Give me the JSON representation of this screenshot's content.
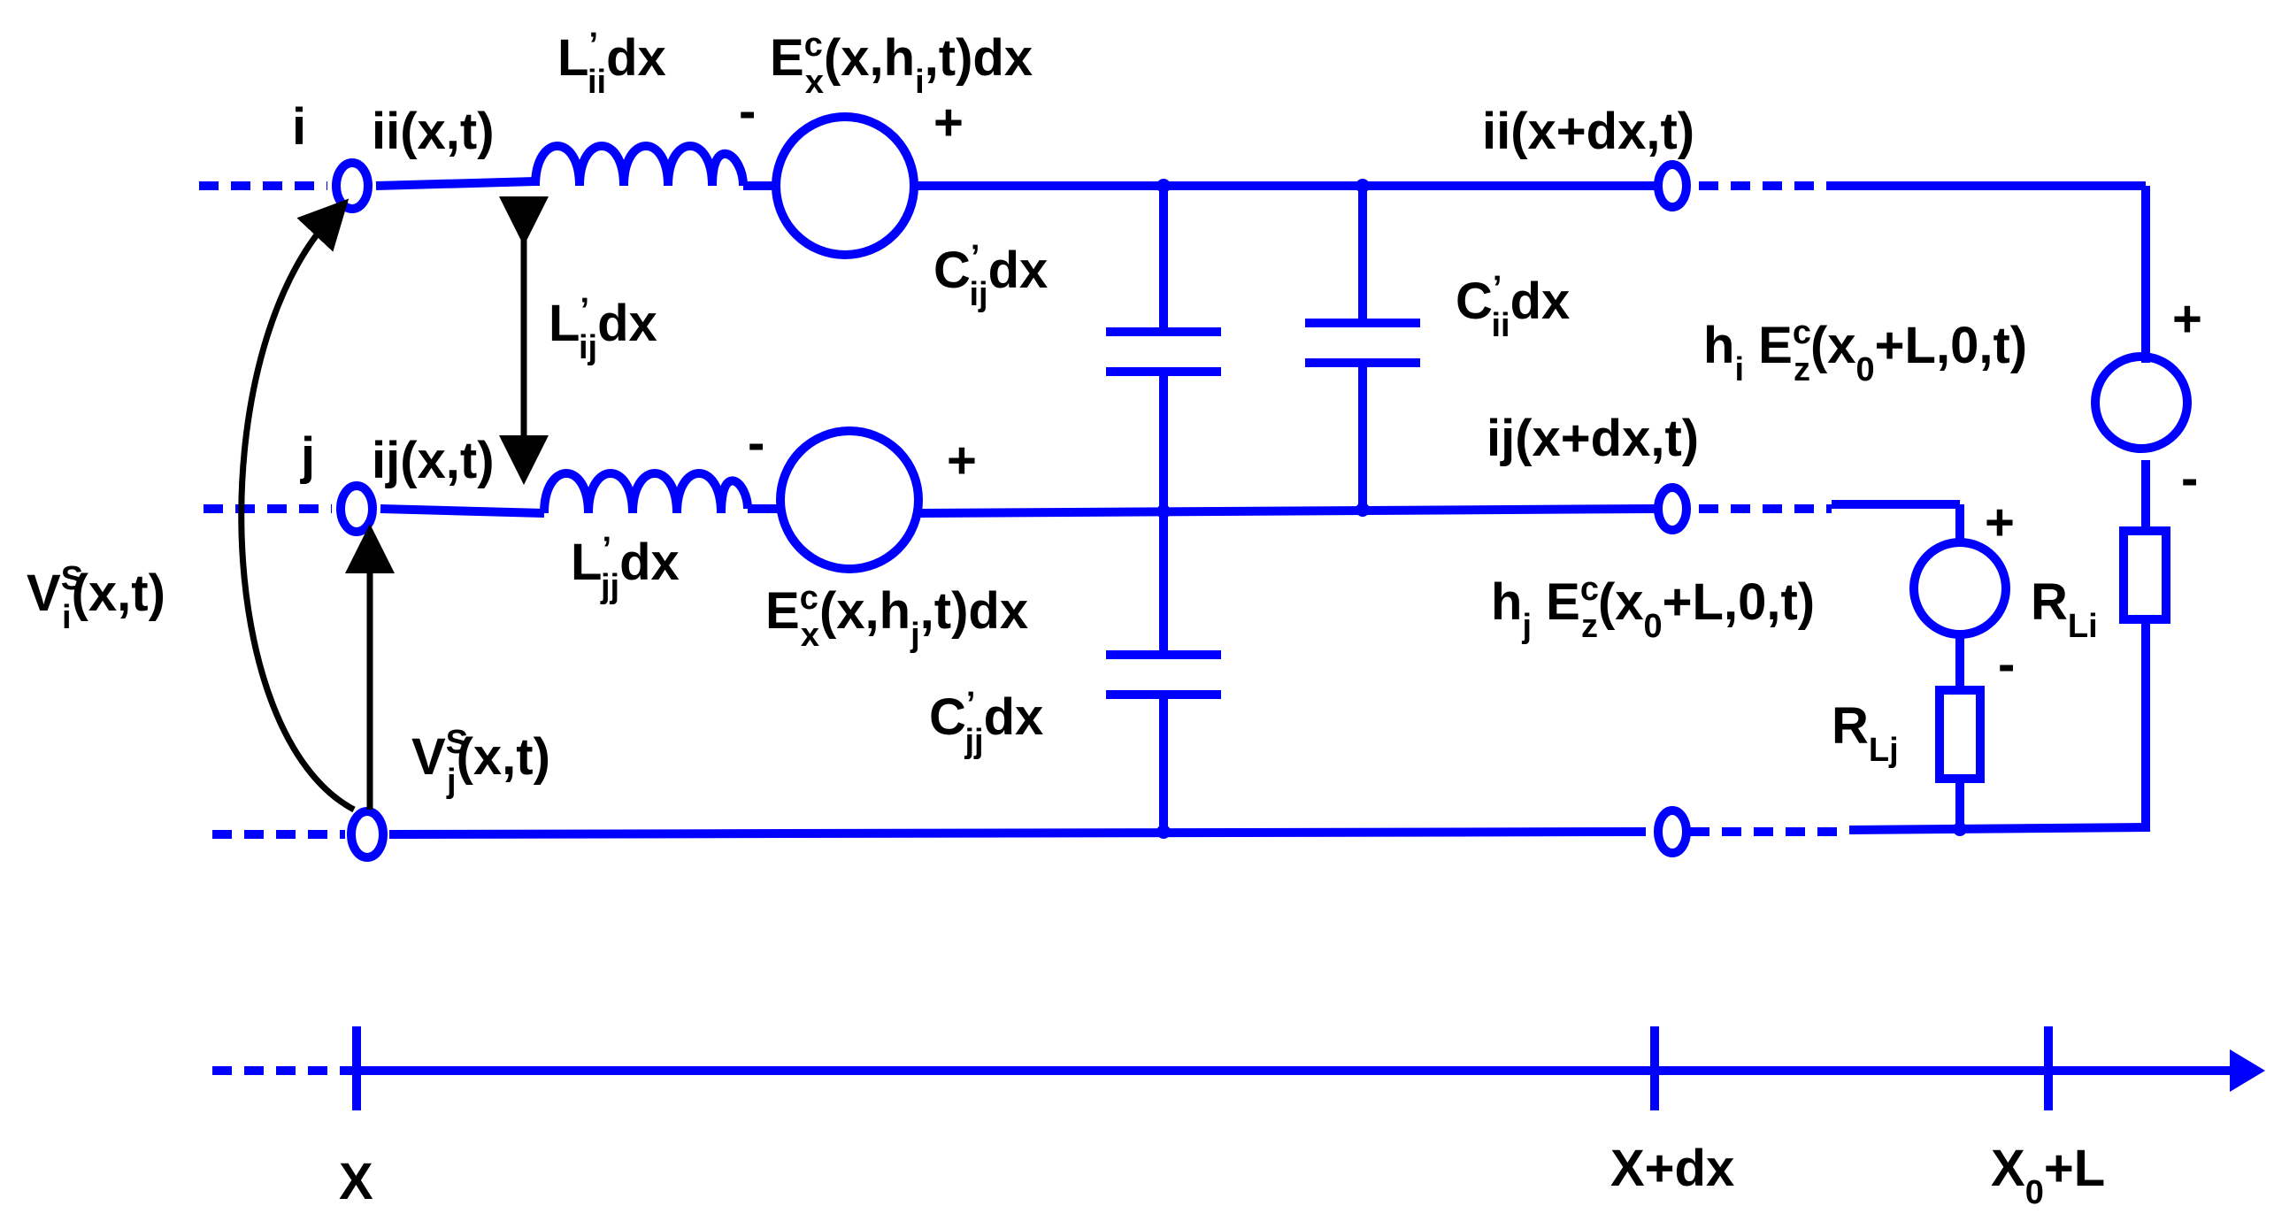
{
  "colors": {
    "circuit": "#0000ff",
    "annotation": "#000000",
    "background": "#ffffff"
  },
  "nodes": {
    "i": "i",
    "j": "j"
  },
  "currents": {
    "ii_x": "ii(x,t)",
    "ij_x": "ij(x,t)",
    "ii_xdx": "ii(x+dx,t)",
    "ij_xdx": "ij(x+dx,t)"
  },
  "inductors": {
    "lii": {
      "main": "L",
      "prime": "’",
      "sub": "ii",
      "tail": "dx"
    },
    "lij": {
      "main": "L",
      "prime": "’",
      "sub": "ij",
      "tail": "dx"
    },
    "ljj": {
      "main": "L",
      "prime": "’",
      "sub": "jj",
      "tail": "dx"
    }
  },
  "capacitors": {
    "cij": {
      "main": "C",
      "prime": "’",
      "sub": "ij",
      "tail": "dx"
    },
    "cii": {
      "main": "C",
      "prime": "’",
      "sub": "ii",
      "tail": "dx"
    },
    "cjj": {
      "main": "C",
      "prime": "’",
      "sub": "jj",
      "tail": "dx"
    }
  },
  "sources": {
    "ex_i": {
      "E": "E",
      "sup": "c",
      "sub": "x",
      "a": "(x,h",
      "hsub": "i",
      "b": ",t)dx"
    },
    "ex_j": {
      "E": "E",
      "sup": "c",
      "sub": "x",
      "a": "(x,h",
      "hsub": "j",
      "b": ",t)dx"
    },
    "ez_i": {
      "h": "h",
      "hsub": "i",
      "E": " E",
      "sup": "c",
      "sub": "z",
      "a": "(x",
      "x0sub": "0",
      "b": "+L,0,t)"
    },
    "ez_j": {
      "h": "h",
      "hsub": "j",
      "E": " E",
      "sup": "c",
      "sub": "z",
      "a": "(x",
      "x0sub": "0",
      "b": "+L,0,t)"
    }
  },
  "voltages": {
    "vsi": {
      "V": "V",
      "sup": "S",
      "sub": "i",
      "tail": "(x,t)"
    },
    "vsj": {
      "V": "V",
      "sup": "S",
      "sub": "j",
      "tail": "(x,t)"
    }
  },
  "resistors": {
    "rli": {
      "R": "R",
      "sub": "Li"
    },
    "rlj": {
      "R": "R",
      "sub": "Lj"
    }
  },
  "polarity": {
    "plus": "+",
    "minus": "-"
  },
  "axis": {
    "x": "X",
    "x_dx": "X+dx",
    "x0L": {
      "X": "X",
      "sub": "0",
      "tail": "+L"
    }
  }
}
